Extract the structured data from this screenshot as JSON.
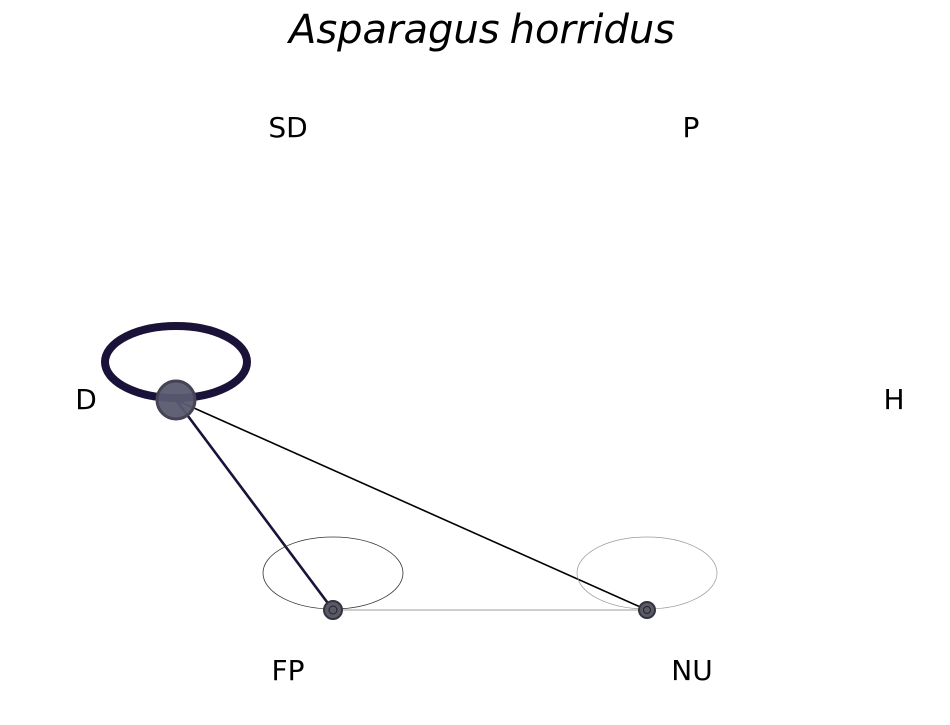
{
  "title": {
    "genus": "Asparagus",
    "species": "horridus"
  },
  "nodes": [
    {
      "id": "SD",
      "label": "SD",
      "present": false
    },
    {
      "id": "P",
      "label": "P",
      "present": false
    },
    {
      "id": "D",
      "label": "D",
      "present": true
    },
    {
      "id": "H",
      "label": "H",
      "present": false
    },
    {
      "id": "FP",
      "label": "FP",
      "present": true
    },
    {
      "id": "NU",
      "label": "NU",
      "present": true
    }
  ],
  "self_loops": [
    {
      "node": "D",
      "weight": "strong",
      "color": "#1a1238"
    },
    {
      "node": "FP",
      "weight": "thin",
      "color": "#333333"
    },
    {
      "node": "NU",
      "weight": "faint",
      "color": "#888888"
    }
  ],
  "edges": [
    {
      "from": "D",
      "to": "FP",
      "weight": "medium",
      "color": "#1a1238"
    },
    {
      "from": "D",
      "to": "NU",
      "weight": "thin",
      "color": "#000000"
    },
    {
      "from": "FP",
      "to": "NU",
      "weight": "faint",
      "color": "#b0b0b0"
    }
  ],
  "colors": {
    "node_fill": "#5a5a70",
    "node_stroke": "#333344",
    "background": "#ffffff"
  }
}
